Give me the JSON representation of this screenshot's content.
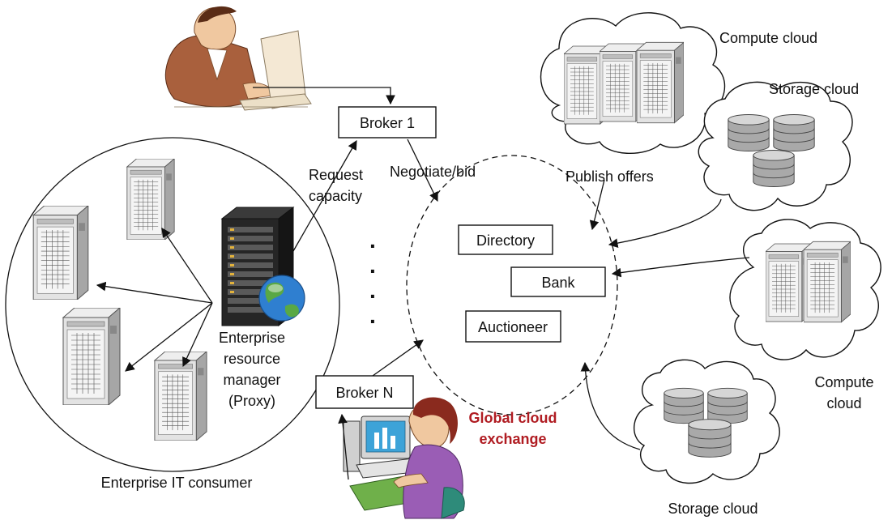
{
  "labels": {
    "compute_cloud_top": "Compute cloud",
    "storage_cloud_top": "Storage cloud",
    "publish_offers": "Publish offers",
    "negotiate_bid": "Negotiate/bid",
    "request_line1": "Request",
    "request_line2": "capacity",
    "broker_1": "Broker 1",
    "broker_n": "Broker N",
    "directory": "Directory",
    "bank": "Bank",
    "auctioneer": "Auctioneer",
    "exchange_line1": "Global cloud",
    "exchange_line2": "exchange",
    "erm_line1": "Enterprise",
    "erm_line2": "resource",
    "erm_line3": "manager",
    "erm_line4": "(Proxy)",
    "enterprise_consumer": "Enterprise IT consumer",
    "compute_cloud_right_line1": "Compute",
    "compute_cloud_right_line2": "cloud",
    "storage_cloud_bottom": "Storage cloud",
    "ellipsis_dots": "·"
  },
  "colors": {
    "exchange_text": "#b01c22",
    "server_body": "#d9d9d9",
    "server_front": "#f2f2f2",
    "rack": "#1e1e1e",
    "globe_blue": "#2f7fd0",
    "globe_green": "#59a845",
    "shirt_purple": "#9a5db5",
    "suit_brown": "#a9603d"
  },
  "icons": [
    "businessman-at-computer-icon",
    "woman-at-computer-icon",
    "server-icon",
    "rack-server-icon",
    "globe-icon",
    "database-icon",
    "cloud-icon"
  ]
}
